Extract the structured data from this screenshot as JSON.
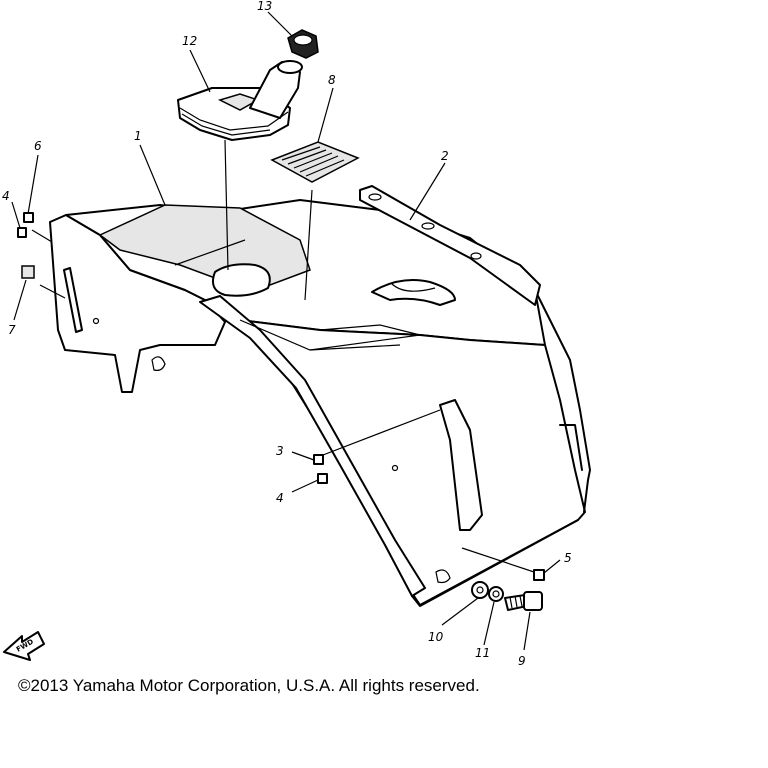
{
  "diagram": {
    "callouts": [
      {
        "id": "callout-1",
        "label": "1"
      },
      {
        "id": "callout-2",
        "label": "2"
      },
      {
        "id": "callout-3",
        "label": "3"
      },
      {
        "id": "callout-4a",
        "label": "4"
      },
      {
        "id": "callout-4b",
        "label": "4"
      },
      {
        "id": "callout-5",
        "label": "5"
      },
      {
        "id": "callout-6",
        "label": "6"
      },
      {
        "id": "callout-7",
        "label": "7"
      },
      {
        "id": "callout-8",
        "label": "8"
      },
      {
        "id": "callout-9",
        "label": "9"
      },
      {
        "id": "callout-10",
        "label": "10"
      },
      {
        "id": "callout-11",
        "label": "11"
      },
      {
        "id": "callout-12",
        "label": "12"
      },
      {
        "id": "callout-13",
        "label": "13"
      }
    ],
    "fwd_label": "FWD"
  },
  "copyright": "©2013 Yamaha Motor Corporation, U.S.A. All rights reserved."
}
